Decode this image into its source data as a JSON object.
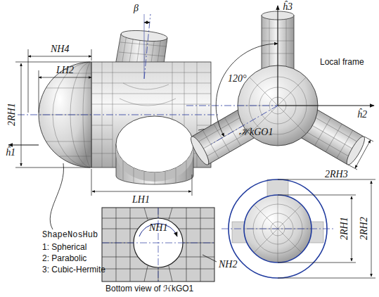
{
  "diagram": {
    "labels": [
      "NH4",
      "LH2",
      "2RH1",
      "ĥ1",
      "β",
      "ShapeNosHub",
      "1: Spherical",
      "2: Parabolic",
      "3: Cubic-Hermite",
      "LH1",
      "ℋkGO1",
      "NH1",
      "NH2",
      "Bottom view of ℋkGO1",
      "ĥ3",
      "120°",
      "Local frame",
      "ĥ2",
      "2RH3",
      "2RH1",
      "2RH2"
    ]
  }
}
